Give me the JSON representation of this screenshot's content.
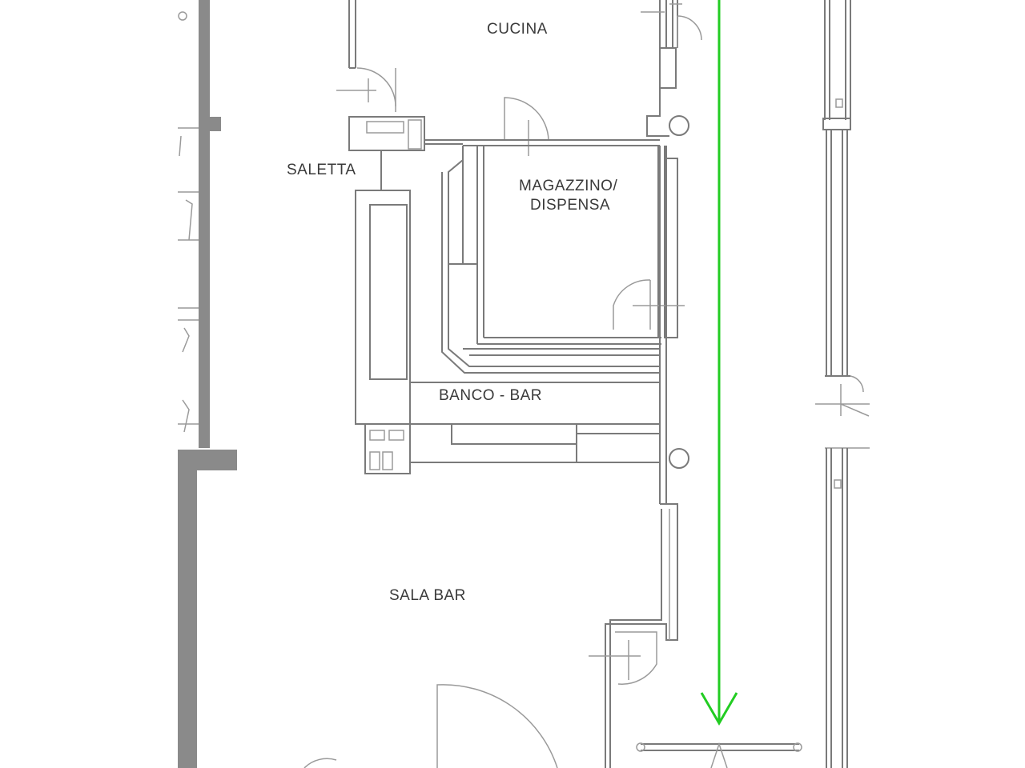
{
  "rooms": {
    "cucina": "CUCINA",
    "saletta": "SALETTA",
    "magazzino_line1": "MAGAZZINO/",
    "magazzino_line2": "DISPENSA",
    "banco_bar": "BANCO - BAR",
    "sala_bar": "SALA BAR"
  },
  "colors": {
    "walls": "#7a7a7a",
    "thick_wall": "#8a8a8a",
    "arrow": "#22cc22",
    "background": "#ffffff"
  },
  "icons": {
    "arrow": "down-arrow-icon"
  }
}
